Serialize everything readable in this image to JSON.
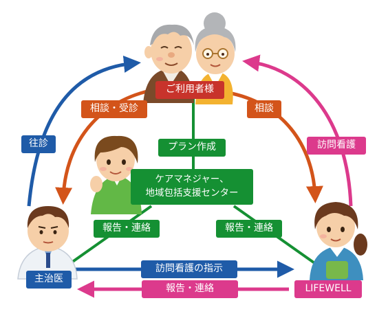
{
  "nodes": {
    "user": "ご利用者様",
    "doctor": "主治医",
    "lifewell": "LIFEWELL"
  },
  "labels": {
    "consult_receive": "相談・受診",
    "consult": "相談",
    "home_visit_doctor": "往診",
    "visit_nursing": "訪問看護",
    "plan": "プラン作成",
    "care_manager_line1": "ケアマネジャー、",
    "care_manager_line2": "地域包括支援センター",
    "report_left": "報告・連絡",
    "report_right": "報告・連絡",
    "visit_instruction": "訪問看護の指示",
    "report_bottom": "報告・連絡"
  },
  "colors": {
    "red": "#c8332b",
    "orange": "#d3541a",
    "blue": "#1f5ba8",
    "green": "#159033",
    "pink": "#dc3a8c"
  }
}
